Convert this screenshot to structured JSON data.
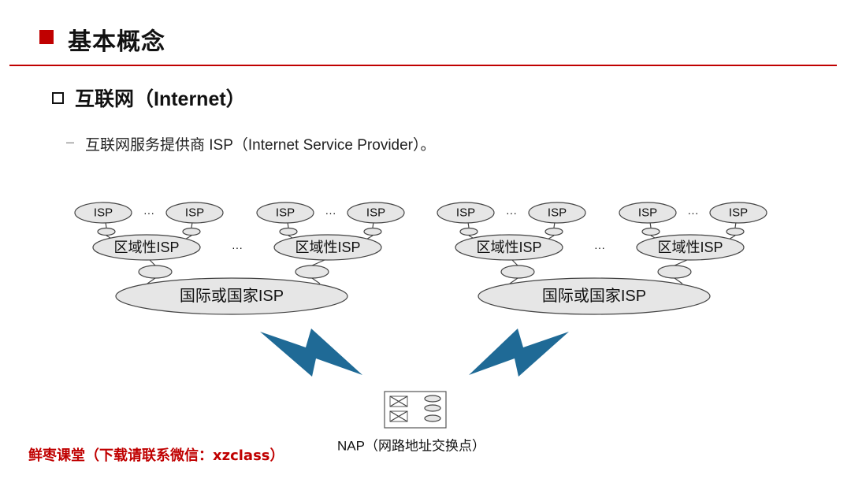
{
  "slide": {
    "title": "基本概念",
    "subtitle": "互联网（Internet）",
    "bullet_dash": "–",
    "bullet": "互联网服务提供商 ISP（Internet Service Provider）。"
  },
  "diagram": {
    "isp_label": "ISP",
    "ellipsis": "···",
    "regional_label": "区域性ISP",
    "national_label": "国际或国家ISP",
    "nap_label": "NAP（网路地址交换点）"
  },
  "footer": {
    "text": "鲜枣课堂（下载请联系微信：xzclass）"
  },
  "colors": {
    "accent": "#c00000",
    "lightning": "#1f6a96",
    "ellipse_fill": "#e6e6e6"
  }
}
